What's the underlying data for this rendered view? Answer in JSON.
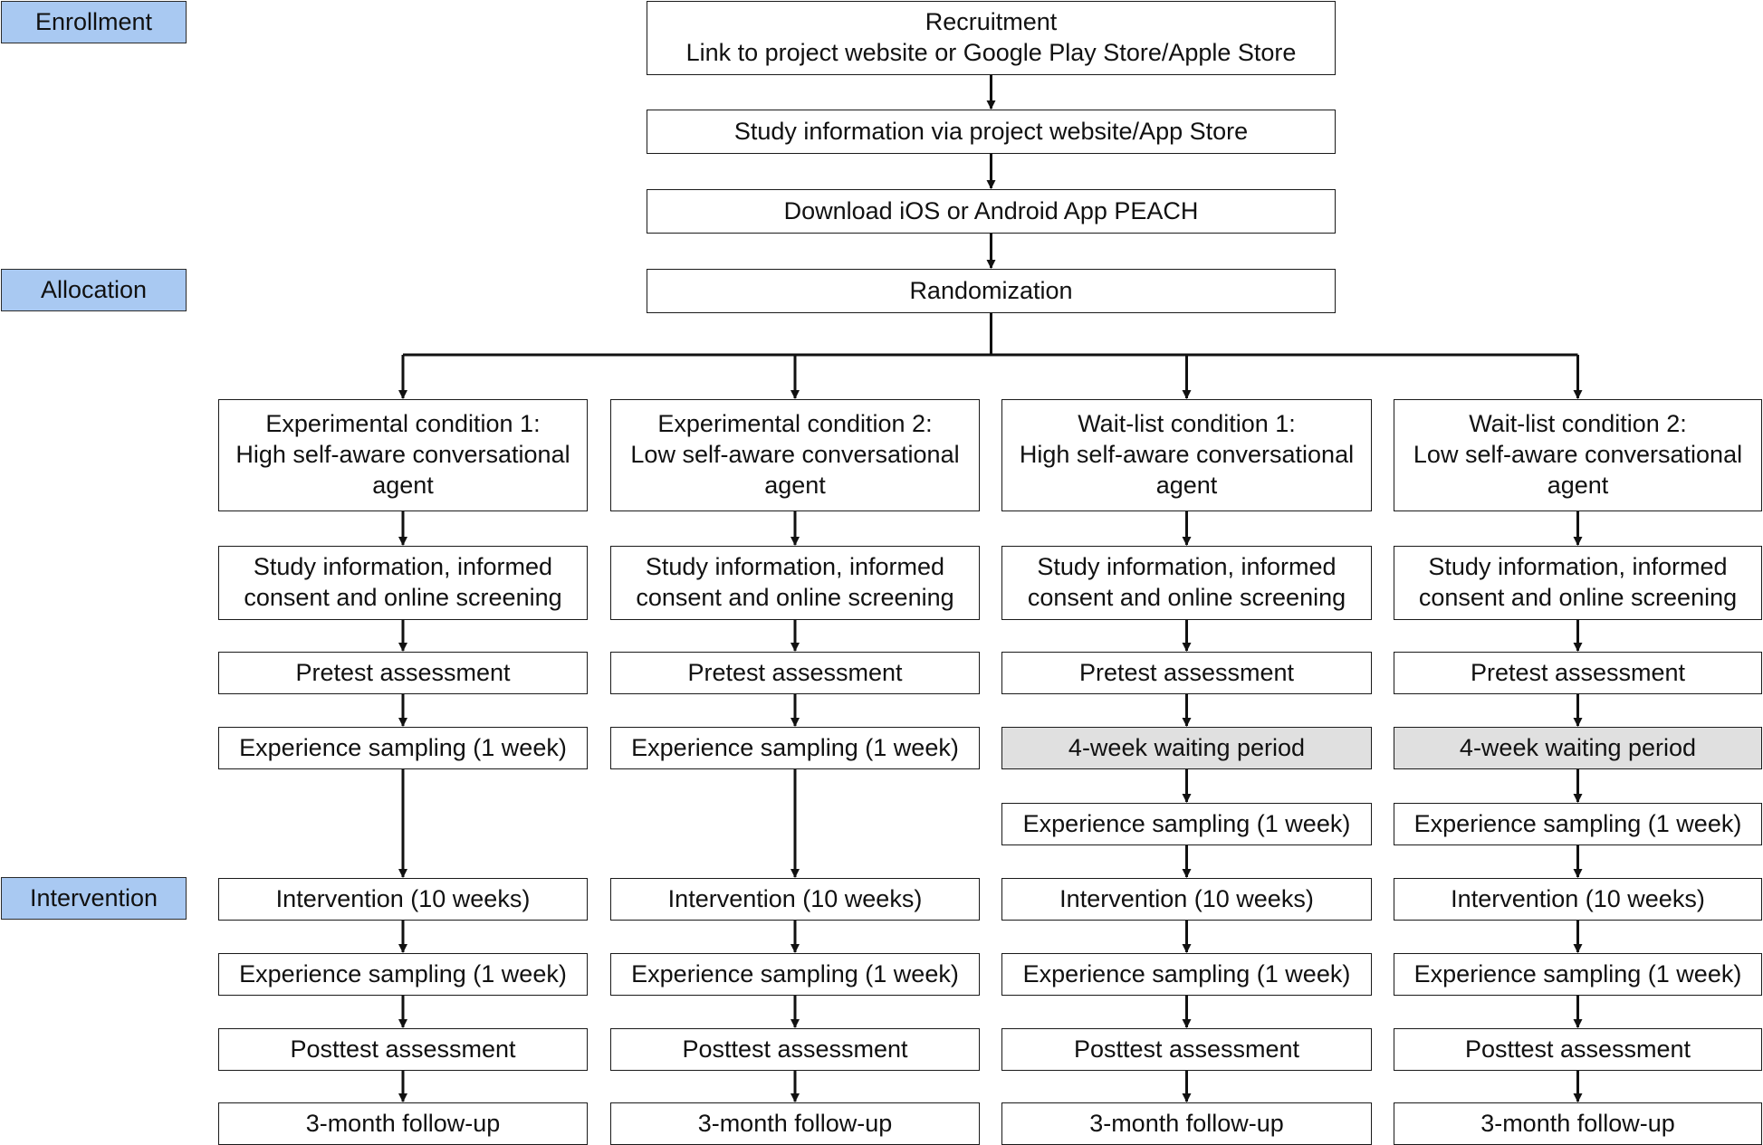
{
  "colors": {
    "stage_fill": "#a9c9f2",
    "shaded_fill": "#e0e0e0",
    "line": "#111111"
  },
  "stages": {
    "enrollment": "Enrollment",
    "allocation": "Allocation",
    "intervention": "Intervention"
  },
  "top": {
    "recruitment": "Recruitment\nLink to project website or Google Play Store/Apple Store",
    "study_info": "Study information via project website/App Store",
    "download": "Download iOS or Android App PEACH",
    "randomization": "Randomization"
  },
  "arms": [
    {
      "condition": "Experimental condition 1:\nHigh self-aware conversational\nagent",
      "consent": "Study information, informed\nconsent and online screening",
      "pretest": "Pretest assessment",
      "sampling_pre": "Experience sampling (1 week)",
      "intervention": "Intervention (10 weeks)",
      "sampling_post": "Experience sampling (1 week)",
      "posttest": "Posttest assessment",
      "followup": "3-month follow-up"
    },
    {
      "condition": "Experimental condition 2:\nLow self-aware conversational\nagent",
      "consent": "Study information, informed\nconsent and online screening",
      "pretest": "Pretest assessment",
      "sampling_pre": "Experience sampling (1 week)",
      "intervention": "Intervention (10 weeks)",
      "sampling_post": "Experience sampling (1 week)",
      "posttest": "Posttest assessment",
      "followup": "3-month follow-up"
    },
    {
      "condition": "Wait-list condition 1:\nHigh self-aware conversational\nagent",
      "consent": "Study information, informed\nconsent and online screening",
      "pretest": "Pretest assessment",
      "waiting": "4-week waiting period",
      "sampling_pre": "Experience sampling (1 week)",
      "intervention": "Intervention (10 weeks)",
      "sampling_post": "Experience sampling (1 week)",
      "posttest": "Posttest assessment",
      "followup": "3-month follow-up"
    },
    {
      "condition": "Wait-list condition 2:\nLow self-aware conversational\nagent",
      "consent": "Study information, informed\nconsent and online screening",
      "pretest": "Pretest assessment",
      "waiting": "4-week waiting period",
      "sampling_pre": "Experience sampling (1 week)",
      "intervention": "Intervention (10 weeks)",
      "sampling_post": "Experience sampling (1 week)",
      "posttest": "Posttest assessment",
      "followup": "3-month follow-up"
    }
  ]
}
